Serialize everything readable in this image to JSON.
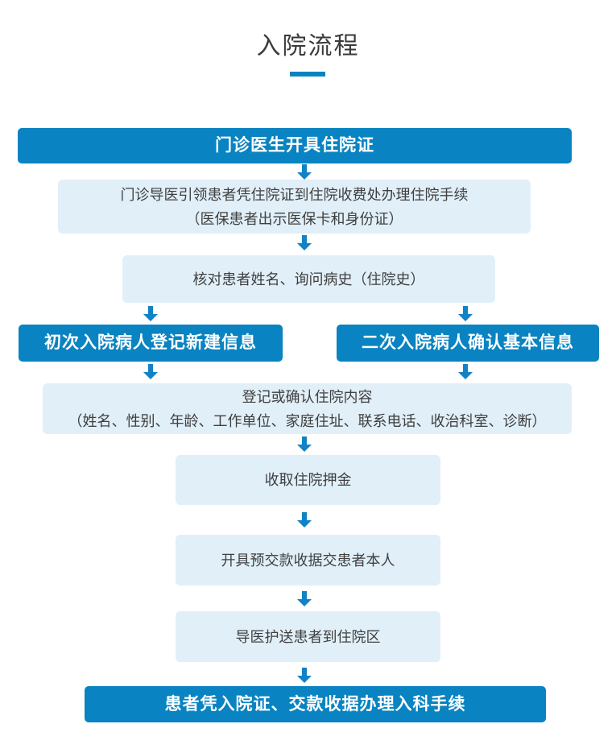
{
  "page": {
    "title": "入院流程",
    "colors": {
      "accent": "#0983c1",
      "light": "#e1eff8",
      "arrow": "#1182c6",
      "title": "#3a3a3a",
      "text": "#3f3f3f"
    }
  },
  "flow": {
    "steps": [
      {
        "id": "step-1",
        "type": "primary",
        "lines": [
          "门诊医生开具住院证"
        ]
      },
      {
        "id": "step-2",
        "type": "light",
        "lines": [
          "门诊导医引领患者凭住院证到住院收费处办理住院手续",
          "（医保患者出示医保卡和身份证）"
        ]
      },
      {
        "id": "step-3",
        "type": "light",
        "lines": [
          "核对患者姓名、询问病史（住院史）"
        ]
      },
      {
        "id": "step-4a",
        "type": "primary",
        "lines": [
          "初次入院病人登记新建信息"
        ]
      },
      {
        "id": "step-4b",
        "type": "primary",
        "lines": [
          "二次入院病人确认基本信息"
        ]
      },
      {
        "id": "step-5",
        "type": "light",
        "lines": [
          "登记或确认住院内容",
          "（姓名、性别、年龄、工作单位、家庭住址、联系电话、收治科室、诊断）"
        ]
      },
      {
        "id": "step-6",
        "type": "light",
        "lines": [
          "收取住院押金"
        ]
      },
      {
        "id": "step-7",
        "type": "light",
        "lines": [
          "开具预交款收据交患者本人"
        ]
      },
      {
        "id": "step-8",
        "type": "light",
        "lines": [
          "导医护送患者到住院区"
        ]
      },
      {
        "id": "step-9",
        "type": "primary",
        "lines": [
          "患者凭入院证、交款收据办理入科手续"
        ]
      }
    ]
  }
}
